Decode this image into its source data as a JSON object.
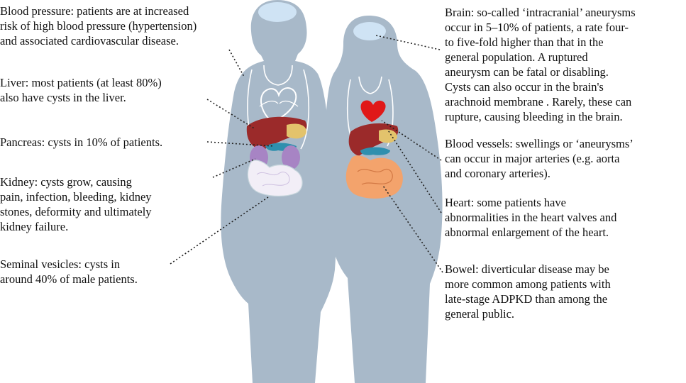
{
  "labels": {
    "blood_pressure": "Blood pressure: patients are at increased\nrisk of high blood pressure (hypertension)\nand associated cardiovascular disease.",
    "liver": "Liver: most patients (at least 80%)\nalso have cysts in the liver.",
    "pancreas": "Pancreas: cysts in 10% of patients.",
    "kidney": "Kidney: cysts grow, causing\npain, infection, bleeding, kidney\nstones, deformity and ultimately\nkidney failure.",
    "seminal": "Seminal vesicles: cysts in\naround 40% of male patients.",
    "brain": "Brain: so-called ‘intracranial’ aneurysms\noccur in 5–10% of patients, a rate four-\nto five-fold higher than that in the\ngeneral population. A ruptured\naneurysm can be fatal or disabling.\nCysts can also occur in the brain's\narachnoid membrane . Rarely, these can\nrupture, causing bleeding in the brain.",
    "vessels": "Blood vessels: swellings or ‘aneurysms’\ncan occur in major arteries (e.g. aorta\nand coronary arteries).",
    "heart": "Heart: some patients have\nabnormalities in the heart valves and\nabnormal enlargement of the heart.",
    "bowel": "Bowel: diverticular disease may be\nmore common among patients with\nlate-stage ADPKD than among the\ngeneral public."
  },
  "colors": {
    "silhouette": "#a8b9c9",
    "brain": "#cfe3f4",
    "liver": "#9b2a2a",
    "gallbladder": "#e3c36c",
    "kidney": "#a784c4",
    "pancreas": "#2f8fae",
    "bowel_male": "#f2eef7",
    "bowel_female": "#f3a36c",
    "heart": "#e01818",
    "outline": "#ffffff",
    "leader": "#222222"
  }
}
